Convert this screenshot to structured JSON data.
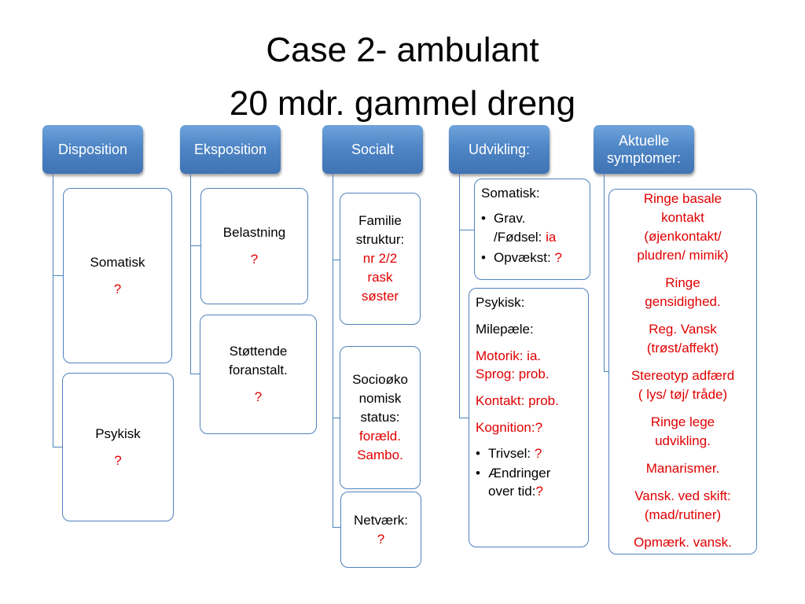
{
  "title": {
    "line1": "Case 2- ambulant",
    "line2": "20 mdr. gammel dreng"
  },
  "columns": {
    "disposition": {
      "header": "Disposition",
      "somatisk": {
        "label": "Somatisk",
        "value": "?"
      },
      "psykisk": {
        "label": "Psykisk",
        "value": "?"
      }
    },
    "eksposition": {
      "header": "Eksposition",
      "belastning": {
        "label": "Belastning",
        "value": "?"
      },
      "stoettende": {
        "label_1": "Støttende",
        "label_2": "foranstalt.",
        "value": "?"
      }
    },
    "socialt": {
      "header": "Socialt",
      "familie": {
        "label_1": "Familie",
        "label_2": "struktur:",
        "value_1": "nr 2/2",
        "value_2": "rask",
        "value_3": "søster"
      },
      "socio": {
        "label_1": "Socioøko",
        "label_2": "nomisk",
        "label_3": "status:",
        "value_1": "foræld.",
        "value_2": "Sambo."
      },
      "netvaerk": {
        "label": "Netværk:",
        "value": "?"
      }
    },
    "udvikling": {
      "header": "Udvikling:",
      "somatisk": {
        "heading": "Somatisk:",
        "item1_a": "Grav.",
        "item1_b": "/Fødsel: ",
        "item1_value": "ia",
        "item2": "Opvækst: ",
        "item2_value": "?"
      },
      "psykisk": {
        "heading": "Psykisk:",
        "milepaele": "Milepæle:",
        "motorik": "Motorik: ia.",
        "sprog": "Sprog: prob.",
        "kontakt": "Kontakt: prob.",
        "kognition": "Kognition:?",
        "trivsel": "Trivsel: ",
        "trivsel_value": "?",
        "aendringer_a": "Ændringer",
        "aendringer_b": "over tid:",
        "aendringer_value": "?"
      }
    },
    "aktuelle": {
      "header_1": "Aktuelle",
      "header_2": "symptomer:",
      "lines": [
        "Ringe basale",
        "kontakt",
        "(øjenkontakt/",
        "pludren/ mimik)",
        "Ringe",
        "gensidighed.",
        "Reg. Vansk",
        "(trøst/affekt)",
        "Stereotyp adfærd",
        "( lys/ tøj/ tråde)",
        "Ringe lege",
        "udvikling.",
        "Manarismer.",
        "Vansk. ved skift:",
        "(mad/rutiner)",
        "Opmærk. vansk."
      ]
    }
  },
  "colors": {
    "header": "#4f86c6",
    "border": "#4f81bd",
    "accent": "#e00000"
  }
}
